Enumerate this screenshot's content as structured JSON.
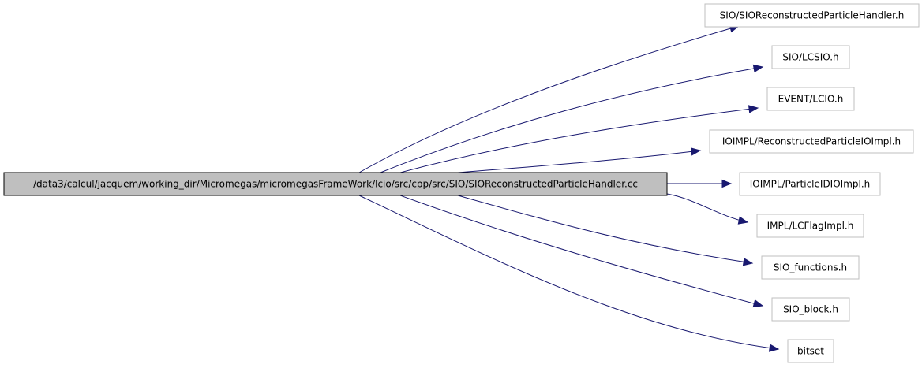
{
  "graph": {
    "source": {
      "id": "src",
      "label": "/data3/calcul/jacquem/working_dir/Micromegas/micromegasFrameWork/lcio/src/cpp/src/SIO/SIOReconstructedParticleHandler.cc"
    },
    "targets": [
      {
        "id": "t0",
        "label": "SIO/SIOReconstructedParticleHandler.h"
      },
      {
        "id": "t1",
        "label": "SIO/LCSIO.h"
      },
      {
        "id": "t2",
        "label": "EVENT/LCIO.h"
      },
      {
        "id": "t3",
        "label": "IOIMPL/ReconstructedParticleIOImpl.h"
      },
      {
        "id": "t4",
        "label": "IOIMPL/ParticleIDIOImpl.h"
      },
      {
        "id": "t5",
        "label": "IMPL/LCFlagImpl.h"
      },
      {
        "id": "t6",
        "label": "SIO_functions.h"
      },
      {
        "id": "t7",
        "label": "SIO_block.h"
      },
      {
        "id": "t8",
        "label": "bitset"
      }
    ],
    "edges": [
      {
        "from": "src",
        "to": "t0"
      },
      {
        "from": "src",
        "to": "t1"
      },
      {
        "from": "src",
        "to": "t2"
      },
      {
        "from": "src",
        "to": "t3"
      },
      {
        "from": "src",
        "to": "t4"
      },
      {
        "from": "src",
        "to": "t5"
      },
      {
        "from": "src",
        "to": "t6"
      },
      {
        "from": "src",
        "to": "t7"
      },
      {
        "from": "src",
        "to": "t8"
      }
    ],
    "colors": {
      "edge": "#191970",
      "source_fill": "#bfbfbf",
      "node_border": "#bfbfbf",
      "background": "#ffffff"
    }
  }
}
